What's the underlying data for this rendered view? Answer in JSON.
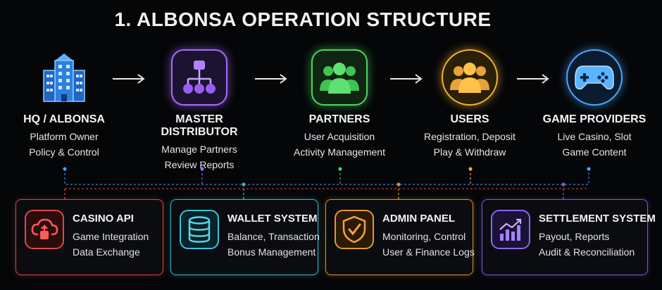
{
  "title": "1. ALBONSA OPERATION STRUCTURE",
  "nodes": [
    {
      "label": "HQ / ALBONSA",
      "line1": "Platform Owner",
      "line2": "Policy & Control",
      "icon": "building-icon",
      "color": "#4aa3ff"
    },
    {
      "label": "MASTER DISTRIBUTOR",
      "line1": "Manage Partners",
      "line2": "Review Reports",
      "icon": "hierarchy-icon",
      "color": "#a86bff"
    },
    {
      "label": "PARTNERS",
      "line1": "User Acquisition",
      "line2": "Activity Management",
      "icon": "group-icon",
      "color": "#4bd460"
    },
    {
      "label": "USERS",
      "line1": "Registration, Deposit",
      "line2": "Play & Withdraw",
      "icon": "users-icon",
      "color": "#f2b233"
    },
    {
      "label": "GAME PROVIDERS",
      "line1": "Live Casino, Slot",
      "line2": "Game Content",
      "icon": "gamepad-icon",
      "color": "#4aa8ff"
    }
  ],
  "modules": [
    {
      "title": "CASINO API",
      "line1": "Game Integration",
      "line2": "Data Exchange",
      "icon": "cloud-api-icon",
      "color": "#d84545"
    },
    {
      "title": "WALLET SYSTEM",
      "line1": "Balance, Transaction",
      "line2": "Bonus Management",
      "icon": "database-icon",
      "color": "#3cb8c8"
    },
    {
      "title": "ADMIN PANEL",
      "line1": "Monitoring, Control",
      "line2": "User & Finance Logs",
      "icon": "shield-icon",
      "color": "#d8912c"
    },
    {
      "title": "SETTLEMENT SYSTEM",
      "line1": "Payout, Reports",
      "line2": "Audit & Reconciliation",
      "icon": "chart-icon",
      "color": "#7a5bd6"
    }
  ]
}
